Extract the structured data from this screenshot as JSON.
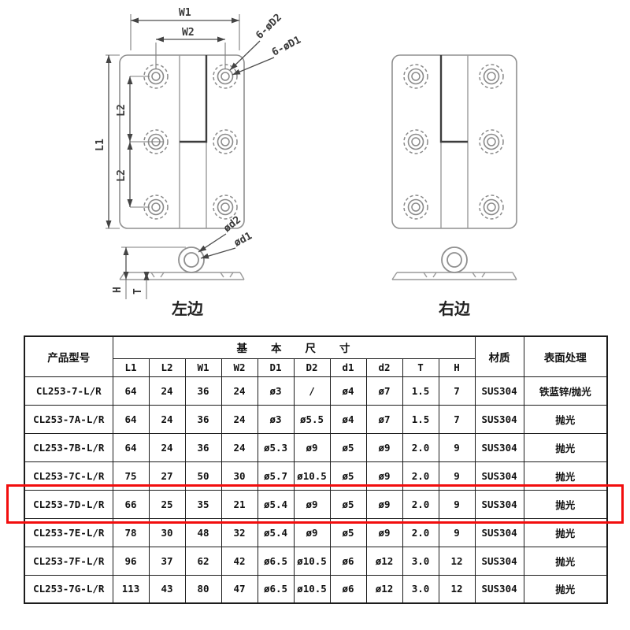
{
  "drawing": {
    "left": {
      "caption": "左边",
      "dim_w1": "W1",
      "dim_w2": "W2",
      "dim_l1": "L1",
      "dim_l2a": "L2",
      "dim_l2b": "L2",
      "leader_d2": "6-øD2",
      "leader_d1": "6-øD1",
      "side_leader_d2": "ød2",
      "side_leader_d1": "ød1",
      "side_dim_h": "H",
      "side_dim_t": "T"
    },
    "right": {
      "caption": "右边"
    }
  },
  "table": {
    "header": {
      "product_model": "产品型号",
      "basic_dims": "基本尺寸",
      "dim_columns": [
        "L1",
        "L2",
        "W1",
        "W2",
        "D1",
        "D2",
        "d1",
        "d2",
        "T",
        "H"
      ],
      "material": "材质",
      "surface": "表面处理"
    },
    "rows": [
      {
        "model": "CL253-7-L/R",
        "values": [
          "64",
          "24",
          "36",
          "24",
          "ø3",
          "/",
          "ø4",
          "ø7",
          "1.5",
          "7"
        ],
        "material": "SUS304",
        "surface": "铁蓝锌/抛光",
        "highlighted": false
      },
      {
        "model": "CL253-7A-L/R",
        "values": [
          "64",
          "24",
          "36",
          "24",
          "ø3",
          "ø5.5",
          "ø4",
          "ø7",
          "1.5",
          "7"
        ],
        "material": "SUS304",
        "surface": "抛光",
        "highlighted": false
      },
      {
        "model": "CL253-7B-L/R",
        "values": [
          "64",
          "24",
          "36",
          "24",
          "ø5.3",
          "ø9",
          "ø5",
          "ø9",
          "2.0",
          "9"
        ],
        "material": "SUS304",
        "surface": "抛光",
        "highlighted": false
      },
      {
        "model": "CL253-7C-L/R",
        "values": [
          "75",
          "27",
          "50",
          "30",
          "ø5.7",
          "ø10.5",
          "ø5",
          "ø9",
          "2.0",
          "9"
        ],
        "material": "SUS304",
        "surface": "抛光",
        "highlighted": false
      },
      {
        "model": "CL253-7D-L/R",
        "values": [
          "66",
          "25",
          "35",
          "21",
          "ø5.4",
          "ø9",
          "ø5",
          "ø9",
          "2.0",
          "9"
        ],
        "material": "SUS304",
        "surface": "抛光",
        "highlighted": true
      },
      {
        "model": "CL253-7E-L/R",
        "values": [
          "78",
          "30",
          "48",
          "32",
          "ø5.4",
          "ø9",
          "ø5",
          "ø9",
          "2.0",
          "9"
        ],
        "material": "SUS304",
        "surface": "抛光",
        "highlighted": false
      },
      {
        "model": "CL253-7F-L/R",
        "values": [
          "96",
          "37",
          "62",
          "42",
          "ø6.5",
          "ø10.5",
          "ø6",
          "ø12",
          "3.0",
          "12"
        ],
        "material": "SUS304",
        "surface": "抛光",
        "highlighted": false
      },
      {
        "model": "CL253-7G-L/R",
        "values": [
          "113",
          "43",
          "80",
          "47",
          "ø6.5",
          "ø10.5",
          "ø6",
          "ø12",
          "3.0",
          "12"
        ],
        "material": "SUS304",
        "surface": "抛光",
        "highlighted": false
      }
    ],
    "highlight_color": "#f20d0d"
  }
}
